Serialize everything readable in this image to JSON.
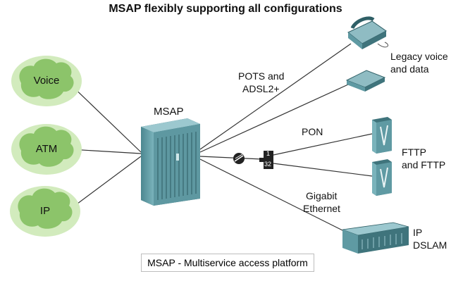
{
  "title": "MSAP flexibly supporting all configurations",
  "center": {
    "label": "MSAP"
  },
  "clouds": [
    {
      "label": "Voice"
    },
    {
      "label": "ATM"
    },
    {
      "label": "IP"
    }
  ],
  "links": {
    "pots": [
      "POTS and",
      "ADSL2+"
    ],
    "pon": "PON",
    "gigabit": [
      "Gigabit",
      "Ethernet"
    ]
  },
  "devices": {
    "legacy": [
      "Legacy voice",
      "and data"
    ],
    "fttp": [
      "FTTP",
      "and FTTP"
    ],
    "ipdslam": [
      "IP",
      "DSLAM"
    ],
    "splitter_numbers": [
      "1",
      "32"
    ]
  },
  "footnote": "MSAP - Multiservice access platform",
  "colors": {
    "cloud_fill": "#8cc46a",
    "cloud_glow": "#c6e3ae",
    "device_teal": "#5f9aa3",
    "device_dark": "#2f5f66",
    "line": "#333333"
  }
}
